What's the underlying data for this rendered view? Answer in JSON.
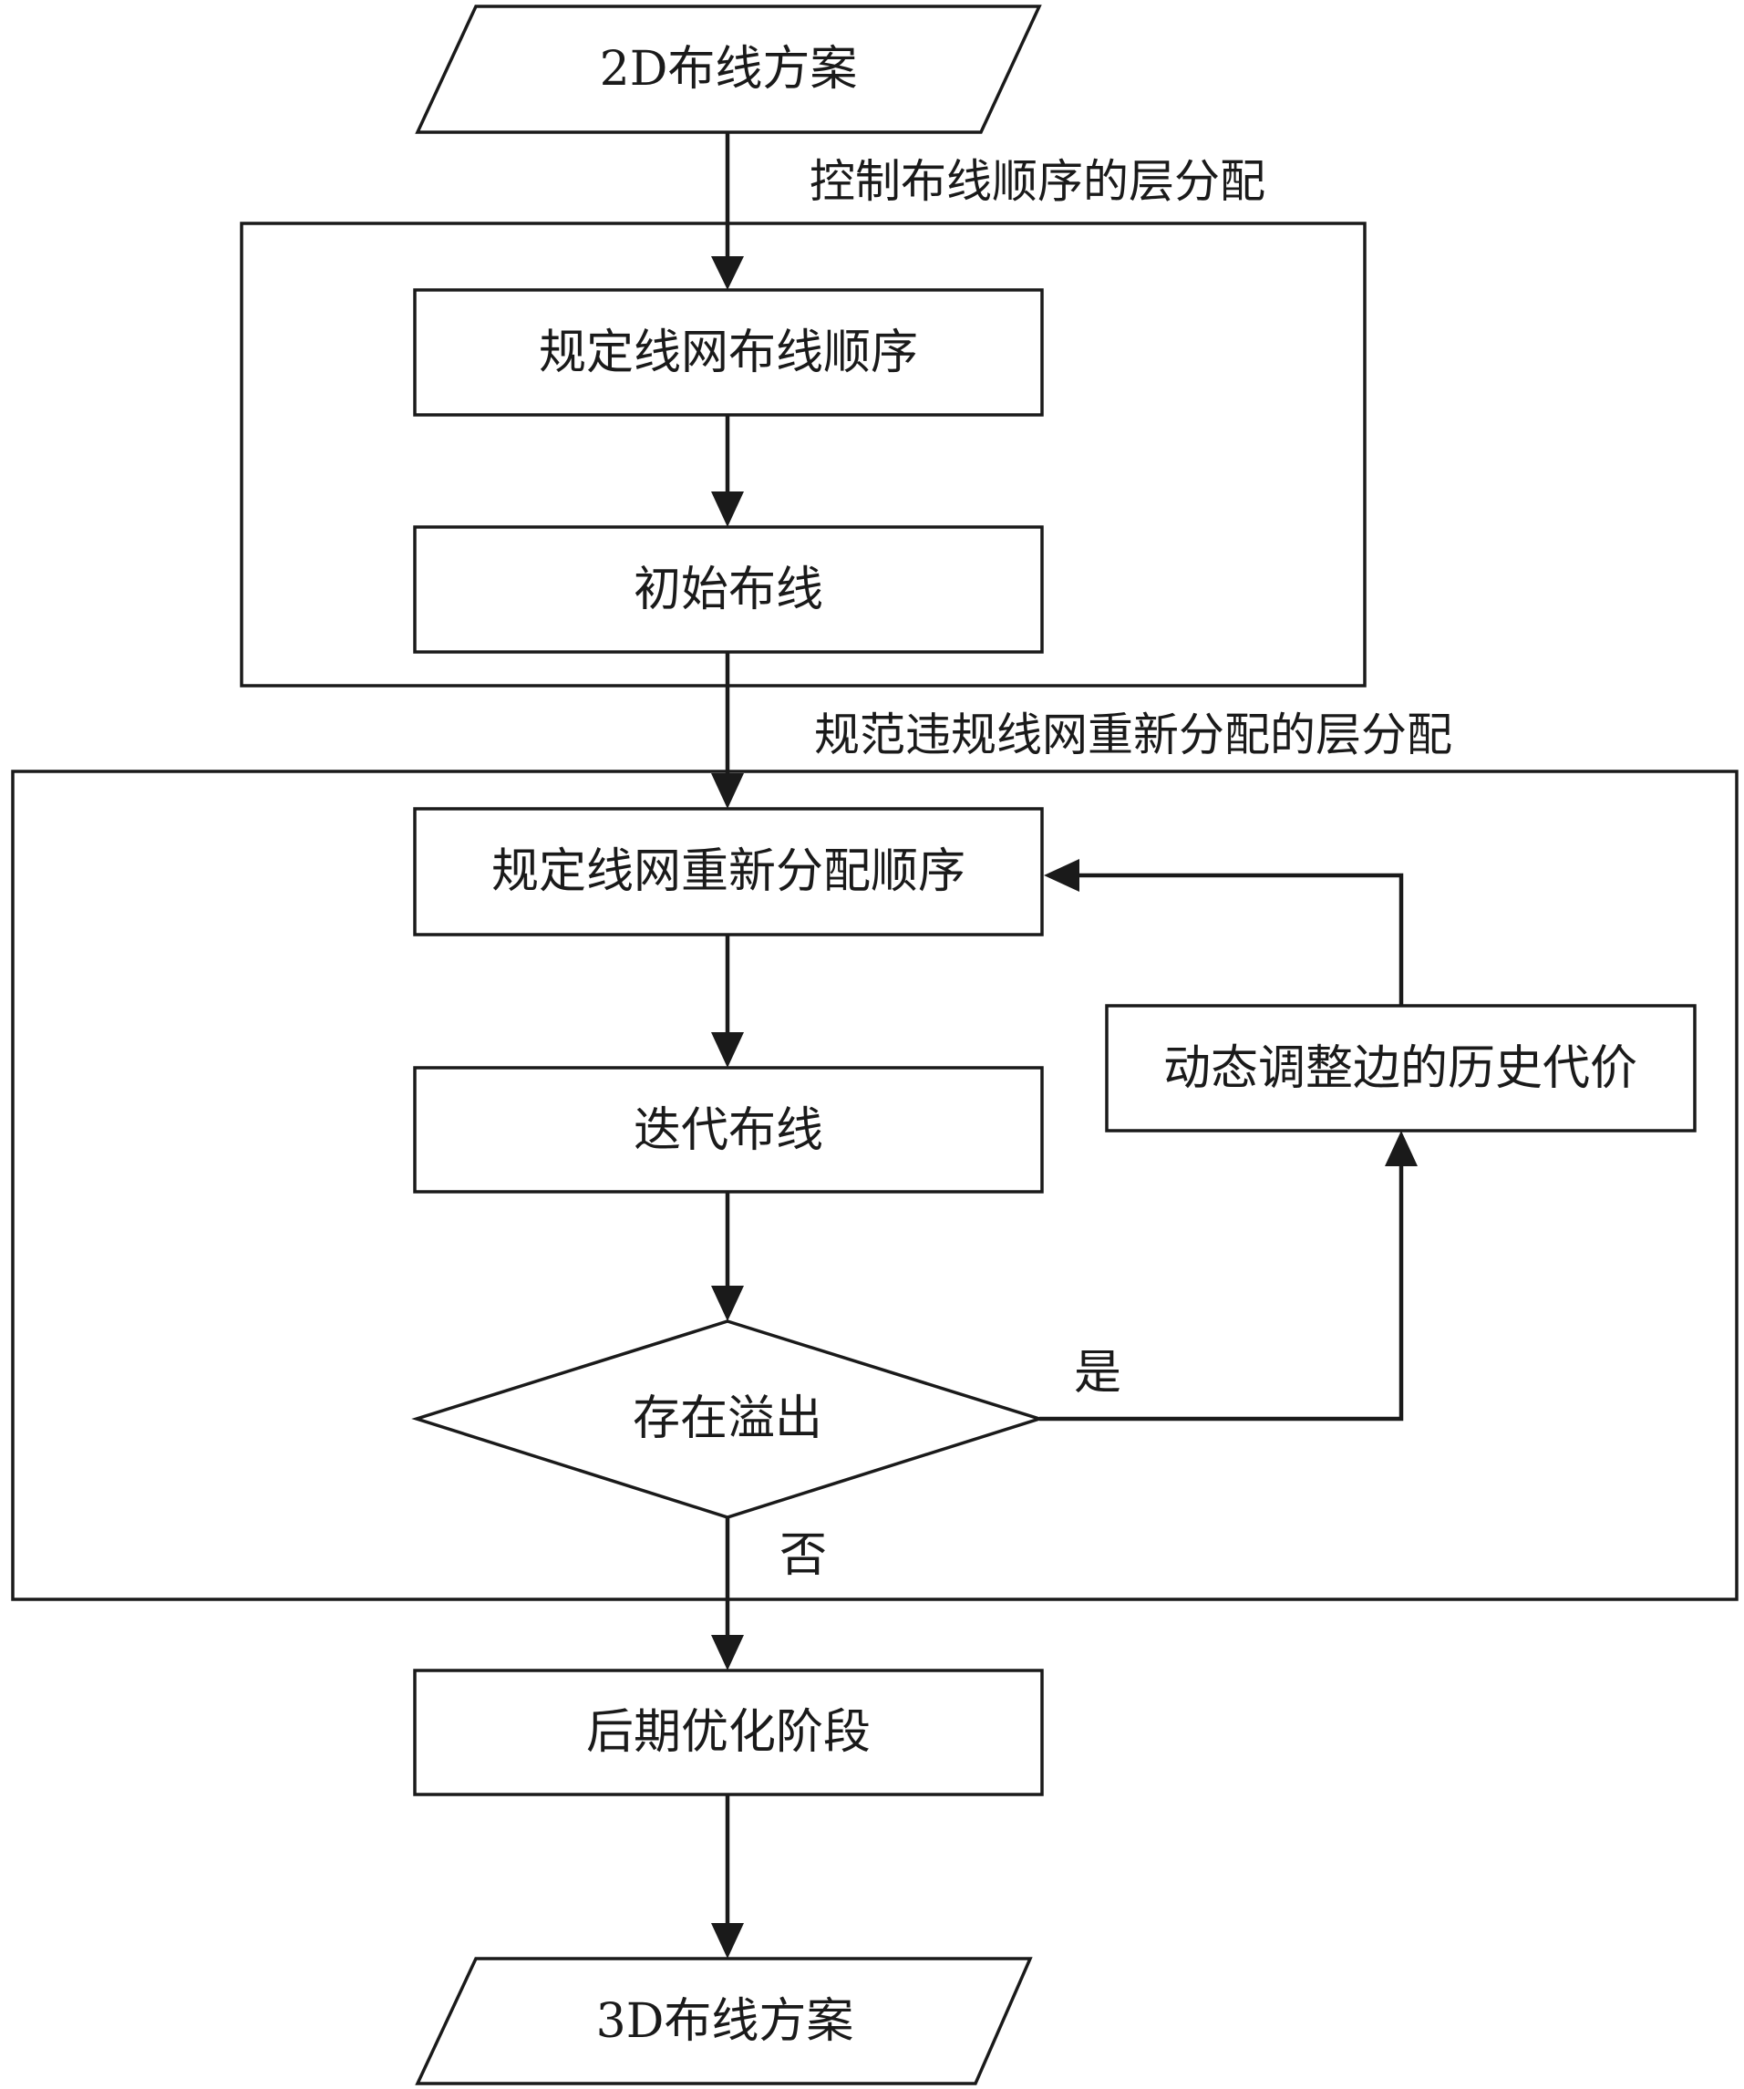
{
  "nodes": {
    "input": "2D布线方案",
    "order_nets": "规定线网布线顺序",
    "initial_routing": "初始布线",
    "redistribute_order": "规定线网重新分配顺序",
    "iterative_routing": "迭代布线",
    "overflow_check": "存在溢出",
    "history_cost": "动态调整边的历史代价",
    "post_optimization": "后期优化阶段",
    "output": "3D布线方案"
  },
  "groups": {
    "layer_assign_order": "控制布线顺序的层分配",
    "layer_assign_redistribute": "规范违规线网重新分配的层分配"
  },
  "edges": {
    "yes_label": "是",
    "no_label": "否"
  },
  "colors": {
    "stroke": "#1a1a1a",
    "background": "#ffffff"
  }
}
